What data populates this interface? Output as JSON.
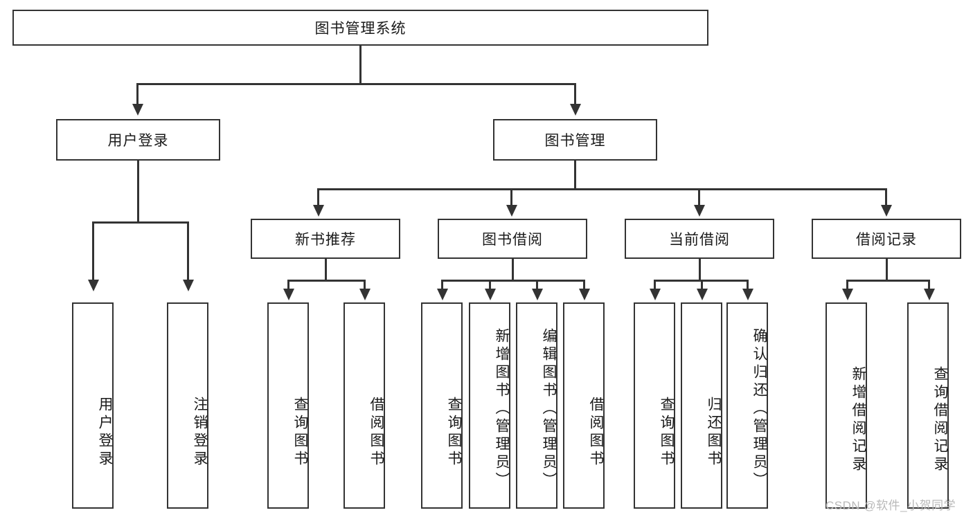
{
  "diagram": {
    "type": "tree-hierarchy-chart",
    "title": "图书管理系统",
    "root": {
      "label": "图书管理系统"
    },
    "level2": [
      {
        "id": "user-login",
        "label": "用户登录"
      },
      {
        "id": "book-management",
        "label": "图书管理"
      }
    ],
    "level3": [
      {
        "id": "new-book-recommend",
        "label": "新书推荐",
        "parent": "book-management"
      },
      {
        "id": "book-borrow",
        "label": "图书借阅",
        "parent": "book-management"
      },
      {
        "id": "current-borrow",
        "label": "当前借阅",
        "parent": "book-management"
      },
      {
        "id": "borrow-record",
        "label": "借阅记录",
        "parent": "book-management"
      }
    ],
    "leaves": [
      {
        "id": "leaf-user-login",
        "label": "用户登录",
        "parent": "user-login"
      },
      {
        "id": "leaf-logout-login",
        "label": "注销登录",
        "parent": "user-login"
      },
      {
        "id": "leaf-query-book-1",
        "label": "查询图书",
        "parent": "new-book-recommend"
      },
      {
        "id": "leaf-borrow-book-1",
        "label": "借阅图书",
        "parent": "new-book-recommend"
      },
      {
        "id": "leaf-query-book-2",
        "label": "查询图书",
        "parent": "book-borrow"
      },
      {
        "id": "leaf-add-book-admin",
        "label": "新增图书（管理员）",
        "parent": "book-borrow"
      },
      {
        "id": "leaf-edit-book-admin",
        "label": "编辑图书（管理员）",
        "parent": "book-borrow"
      },
      {
        "id": "leaf-borrow-book-2",
        "label": "借阅图书",
        "parent": "book-borrow"
      },
      {
        "id": "leaf-query-book-3",
        "label": "查询图书",
        "parent": "current-borrow"
      },
      {
        "id": "leaf-return-book",
        "label": "归还图书",
        "parent": "current-borrow"
      },
      {
        "id": "leaf-confirm-return-admin",
        "label": "确认归还（管理员）",
        "parent": "current-borrow"
      },
      {
        "id": "leaf-add-borrow-record",
        "label": "新增借阅记录",
        "parent": "borrow-record"
      },
      {
        "id": "leaf-query-borrow-record",
        "label": "查询借阅记录",
        "parent": "borrow-record"
      }
    ],
    "watermark": "CSDN @软件_小贺同学",
    "colors": {
      "stroke": "#333333",
      "fill": "#ffffff",
      "text": "#1a1a1a",
      "watermark": "#b9b9b9"
    }
  }
}
